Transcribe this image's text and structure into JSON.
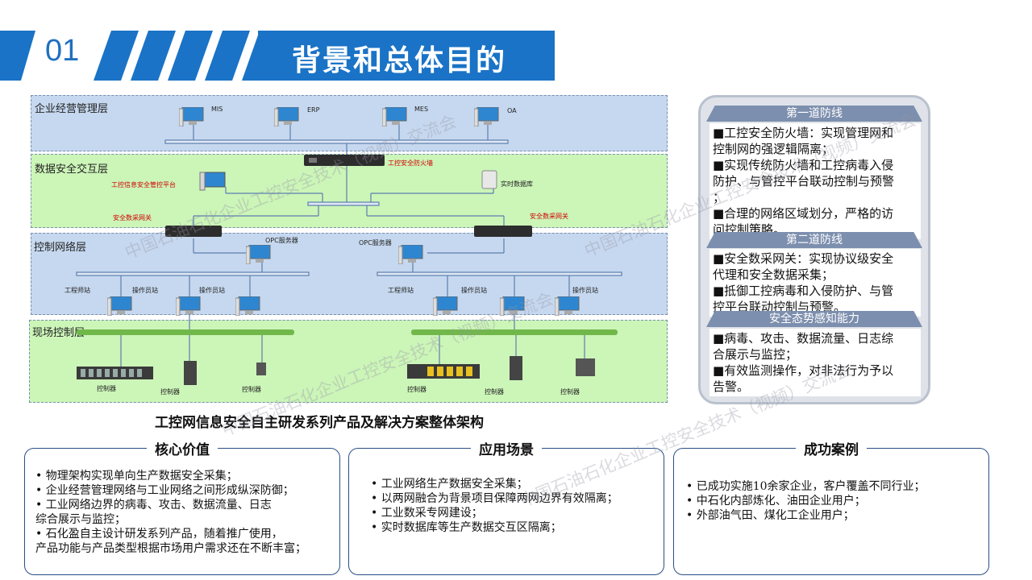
{
  "header": {
    "number": "01",
    "title": "背景和总体目的"
  },
  "diagram": {
    "layers": {
      "enterprise": "企业经营管理层",
      "data_exchange": "数据安全交互层",
      "control_network": "控制网络层",
      "field_control": "现场控制层"
    },
    "enterprise_systems": [
      "MIS",
      "ERP",
      "MES",
      "OA"
    ],
    "firewall_label": "工控安全防火墙",
    "platform_label": "工控信息安全管控平台",
    "realtime_db_label": "实时数据库",
    "gateway_left_label": "安全数采网关",
    "gateway_right_label": "安全数采网关",
    "opc_left_label": "OPC服务器",
    "opc_right_label": "OPC服务器",
    "stations_left": [
      "工程师站",
      "操作员站",
      "操作员站"
    ],
    "stations_right": [
      "工程师站",
      "操作员站",
      "操作员站"
    ],
    "controller_label": "控制器",
    "caption": "工控网信息安全自主研发系列产品及解决方案整体架构"
  },
  "right_panel": {
    "sections": [
      {
        "title": "第一道防线",
        "lines": [
          "■工控安全防火墙：实现管理网和",
          "控制网的强逻辑隔离；",
          "■实现传统防火墙和工控病毒入侵",
          "防护、与管控平台联动控制与预警",
          "；",
          "■合理的网络区域划分，严格的访",
          "问控制策略。"
        ]
      },
      {
        "title": "第二道防线",
        "lines": [
          "■安全数采网关：实现协议级安全",
          "代理和安全数据采集；",
          "■抵御工控病毒和入侵防护、与管",
          "控平台联动控制与预警。"
        ]
      },
      {
        "title": "安全态势感知能力",
        "lines": [
          "■病毒、攻击、数据流量、日志综",
          "合展示与监控；",
          "■有效监测操作，对非法行为予以",
          "告警。"
        ]
      }
    ]
  },
  "cards": {
    "core_value": {
      "title": "核心价值",
      "lines": [
        "•  物理架构实现单向生产数据安全采集；",
        "•  企业经营管理网络与工业网络之间形成纵深防御；",
        "•  工业网络边界的病毒、攻击、数据流量、日志",
        "综合展示与监控；",
        "•  石化盈自主设计研发系列产品，随着推广使用，",
        "产品功能与产品类型根据市场用户需求还在不断丰富；"
      ]
    },
    "scenarios": {
      "title": "应用场景",
      "lines": [
        "•  工业网络生产数据安全采集；",
        "•  以两网融合为背景项目保障两网边界有效隔离；",
        "•  工业数采专网建设；",
        "•  实时数据库等生产数据交互区隔离；"
      ]
    },
    "cases": {
      "title": "成功案例",
      "lines": [
        "•  已成功实施10余家企业，客户覆盖不同行业；",
        "•  中石化内部炼化、油田企业用户；",
        "•  外部油气田、煤化工企业用户；"
      ]
    }
  },
  "watermark": {
    "text_1": "中国石油石化企业工控安全技术（视频）交流会",
    "text_2": "中国石油石化企业工控安全技术（视频）交流会",
    "text_3": "中国石油石化企业工控安全技术（视频）交流会",
    "text_4": "中国石油石化企业工控安全技术（视频）交流会"
  },
  "colors": {
    "brand_blue": "#1a73c6",
    "layer_blue": "#c5d9f1",
    "layer_green": "#ccf5b8",
    "panel_header": "#7d8fae",
    "card_border": "#2a4f86"
  }
}
